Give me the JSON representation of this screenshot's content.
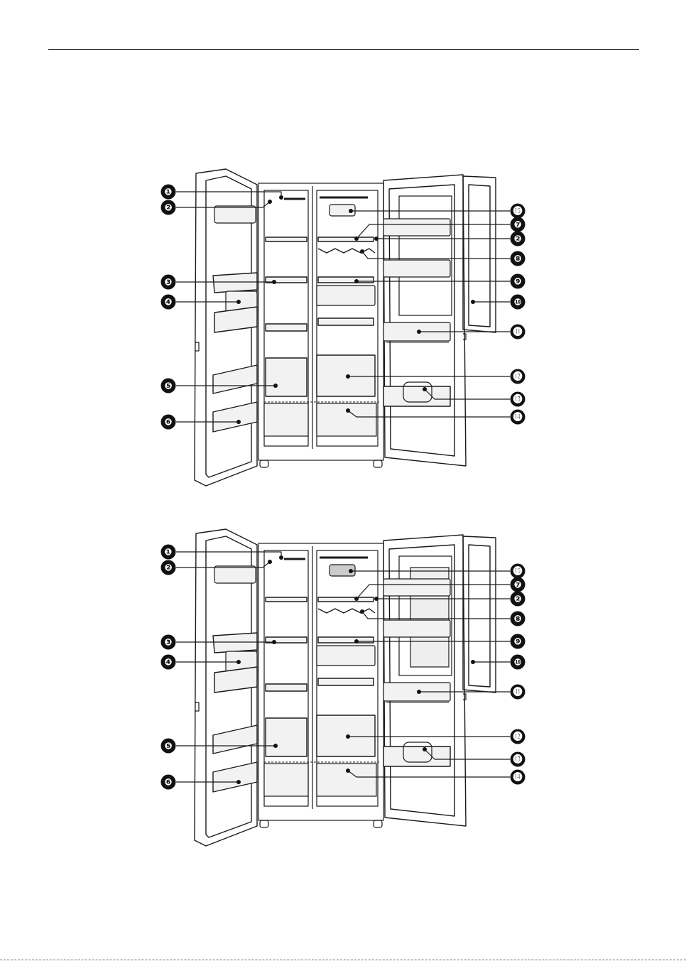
{
  "figures": [
    {
      "name": "refrigerator-diagram-top",
      "callouts": {
        "left": [
          {
            "num": "1",
            "glyph": "❶"
          },
          {
            "num": "2",
            "glyph": "❷"
          },
          {
            "num": "3",
            "glyph": "❸"
          },
          {
            "num": "4",
            "glyph": "❹"
          },
          {
            "num": "5",
            "glyph": "❺"
          },
          {
            "num": "6",
            "glyph": "❻"
          }
        ],
        "right": [
          {
            "num": "15",
            "glyph": "⓯"
          },
          {
            "num": "7",
            "glyph": "❼"
          },
          {
            "num": "2",
            "glyph": "❷"
          },
          {
            "num": "8",
            "glyph": "❽"
          },
          {
            "num": "9",
            "glyph": "❾"
          },
          {
            "num": "10",
            "glyph": "❿"
          },
          {
            "num": "11",
            "glyph": "⓫"
          },
          {
            "num": "12",
            "glyph": "⓬"
          },
          {
            "num": "13",
            "glyph": "⓭"
          },
          {
            "num": "14",
            "glyph": "⓮"
          }
        ]
      }
    },
    {
      "name": "refrigerator-diagram-bottom",
      "callouts": {
        "left": [
          {
            "num": "1",
            "glyph": "❶"
          },
          {
            "num": "2",
            "glyph": "❷"
          },
          {
            "num": "3",
            "glyph": "❸"
          },
          {
            "num": "4",
            "glyph": "❹"
          },
          {
            "num": "5",
            "glyph": "❺"
          },
          {
            "num": "6",
            "glyph": "❻"
          }
        ],
        "right": [
          {
            "num": "15",
            "glyph": "⓯"
          },
          {
            "num": "7",
            "glyph": "❼"
          },
          {
            "num": "2",
            "glyph": "❷"
          },
          {
            "num": "8",
            "glyph": "❽"
          },
          {
            "num": "9",
            "glyph": "❾"
          },
          {
            "num": "10",
            "glyph": "❿"
          },
          {
            "num": "11",
            "glyph": "⓫"
          },
          {
            "num": "12",
            "glyph": "⓬"
          },
          {
            "num": "13",
            "glyph": "⓭"
          },
          {
            "num": "14",
            "glyph": "⓮"
          }
        ]
      }
    }
  ],
  "colors": {
    "line": "#1a1a1a",
    "badge": "#111111",
    "badge_text": "#ffffff",
    "fill": "#f2f2f2"
  }
}
